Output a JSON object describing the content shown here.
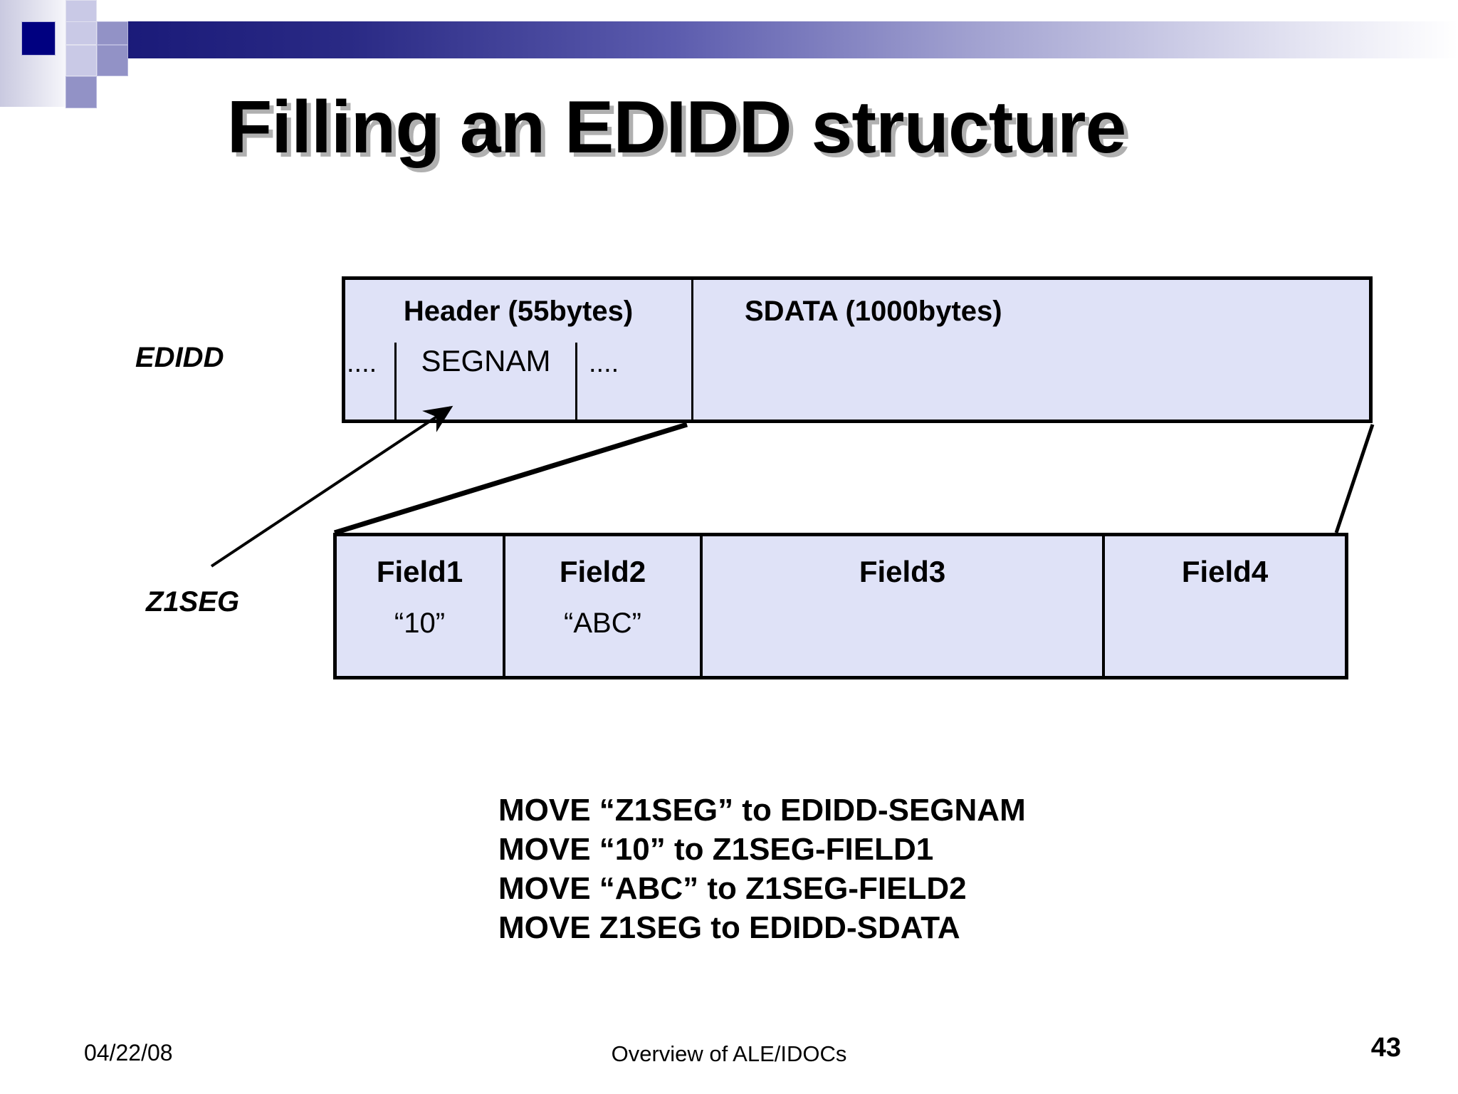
{
  "slide": {
    "title": "Filling an EDIDD structure"
  },
  "diagram": {
    "edidd": {
      "label": "EDIDD",
      "header_cell": "Header (55bytes)",
      "sdata_cell": "SDATA (1000bytes)",
      "sub_dots_left": "....",
      "segnam": "SEGNAM",
      "sub_dots_right": "...."
    },
    "z1seg": {
      "label": "Z1SEG",
      "fields": [
        {
          "name": "Field1",
          "value": "“10”"
        },
        {
          "name": "Field2",
          "value": "“ABC”"
        },
        {
          "name": "Field3",
          "value": ""
        },
        {
          "name": "Field4",
          "value": ""
        }
      ]
    }
  },
  "code": {
    "lines": [
      "MOVE  “Z1SEG” to EDIDD-SEGNAM",
      "MOVE  “10” to Z1SEG-FIELD1",
      "MOVE  “ABC” to Z1SEG-FIELD2",
      "MOVE Z1SEG to EDIDD-SDATA"
    ]
  },
  "footer": {
    "date": "04/22/08",
    "center": "Overview of ALE/IDOCs",
    "page": "43"
  },
  "colors": {
    "accent_dark": "#000080",
    "accent_mid": "#9292c6",
    "accent_light": "#c9c9e6",
    "cell_fill": "#dfe2f7",
    "outline": "#000000"
  }
}
